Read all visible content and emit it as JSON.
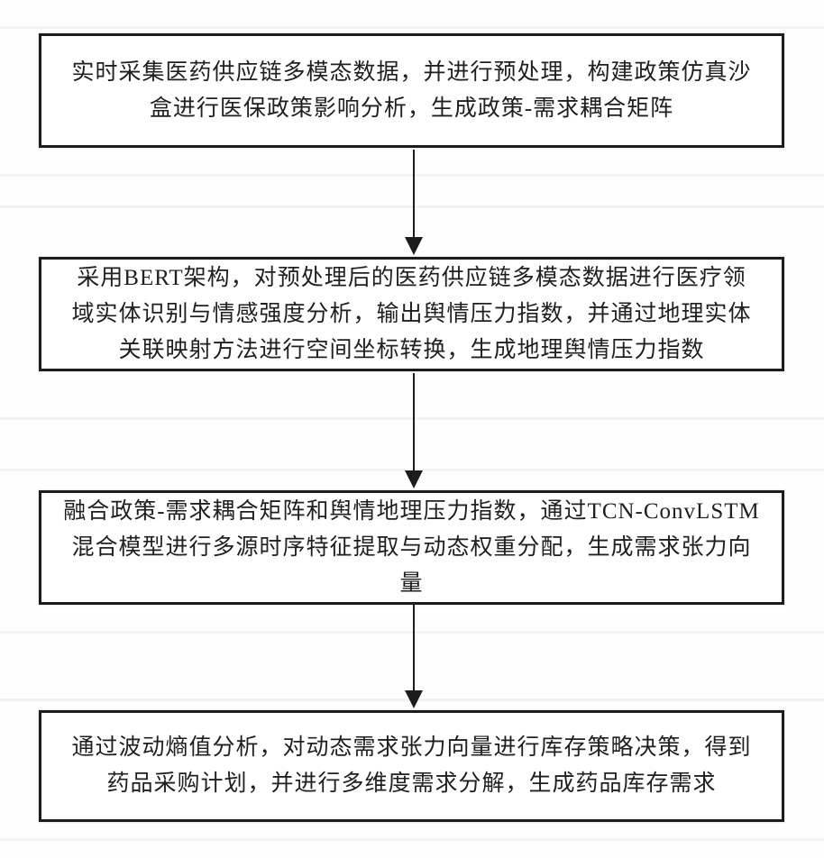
{
  "diagram": {
    "type": "flowchart",
    "direction": "top-down",
    "colors": {
      "background": "#fefefe",
      "box_border": "#1c1c1c",
      "text": "#1f1f1f",
      "arrow": "#1c1c1c"
    },
    "steps": [
      {
        "id": "step-1",
        "lines": [
          "实时采集医药供应链多模态数据，并进行预处理，构建政策仿真沙",
          "盒进行医保政策影响分析，生成政策-需求耦合矩阵"
        ]
      },
      {
        "id": "step-2",
        "lines": [
          "采用BERT架构，对预处理后的医药供应链多模态数据进行医疗领",
          "域实体识别与情感强度分析，输出舆情压力指数，并通过地理实体",
          "关联映射方法进行空间坐标转换，生成地理舆情压力指数"
        ]
      },
      {
        "id": "step-3",
        "lines": [
          "融合政策-需求耦合矩阵和舆情地理压力指数，通过TCN-ConvLSTM",
          "混合模型进行多源时序特征提取与动态权重分配，生成需求张力向",
          "量"
        ]
      },
      {
        "id": "step-4",
        "lines": [
          "通过波动熵值分析，对动态需求张力向量进行库存策略决策，得到",
          "药品采购计划，并进行多维度需求分解，生成药品库存需求"
        ]
      }
    ],
    "connectors": [
      {
        "from": "step-1",
        "to": "step-2",
        "style": "arrow-down"
      },
      {
        "from": "step-2",
        "to": "step-3",
        "style": "arrow-down"
      },
      {
        "from": "step-3",
        "to": "step-4",
        "style": "arrow-down"
      }
    ]
  }
}
